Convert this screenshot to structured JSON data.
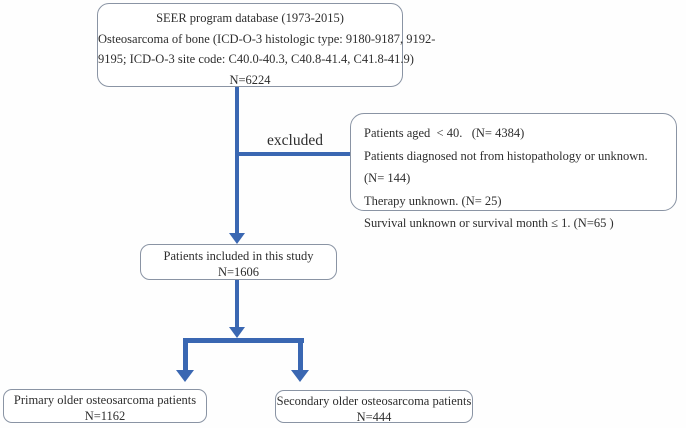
{
  "colors": {
    "arrow_blue": "#3a67b2",
    "box_border": "#8a94a4",
    "text_color": "#2e2e2e"
  },
  "boxes": {
    "seer": {
      "lines": [
        "SEER program database (1973-2015)",
        "Osteosarcoma of bone (ICD-O-3 histologic type: 9180-9187, 9192-",
        "9195; ICD-O-3 site code: C40.0-40.3, C40.8-41.4, C41.8-41.9)",
        "N=6224"
      ]
    },
    "excluded": {
      "label": "excluded",
      "items": [
        "Patients aged  < 40.   (N= 4384)",
        "Patients diagnosed not from histopathology or unknown.   (N= 144)",
        "Therapy unknown. (N= 25)",
        "Survival unknown or survival month ≤ 1. (N=65 )"
      ]
    },
    "included": {
      "lines": [
        "Patients included in this study",
        "N=1606"
      ]
    },
    "primary": {
      "lines": [
        "Primary older osteosarcoma patients",
        "N=1162"
      ]
    },
    "secondary": {
      "lines": [
        "Secondary older osteosarcoma patients",
        "N=444"
      ]
    }
  }
}
